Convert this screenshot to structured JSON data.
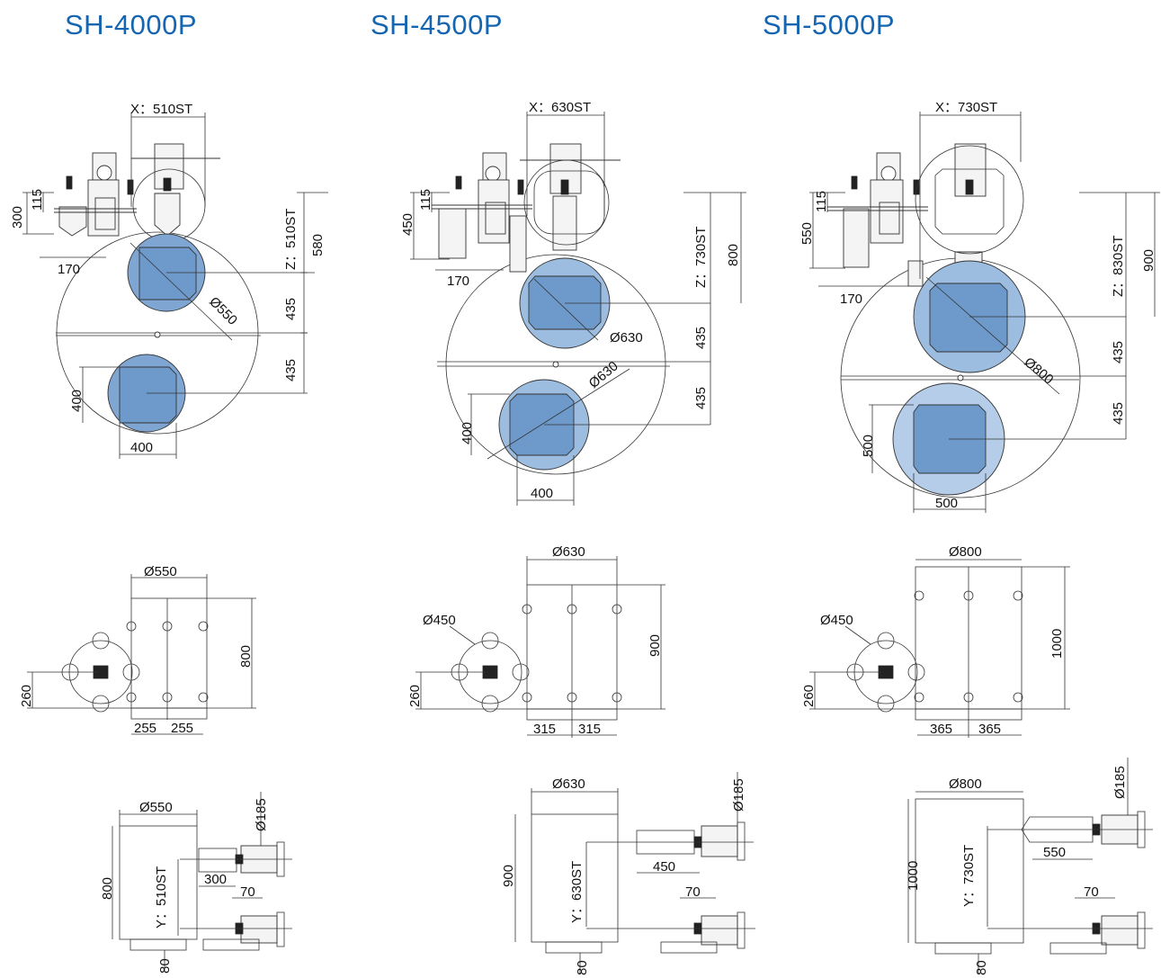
{
  "models": [
    {
      "title": "SH-4000P",
      "top_view": {
        "x_stroke": "X：510ST",
        "z_stroke": "Z：510ST",
        "dim_300": "300",
        "dim_115": "115",
        "dim_580": "580",
        "dim_170": "170",
        "dim_435a": "435",
        "dim_435b": "435",
        "table_diameter": "Ø550",
        "pallet_w": "400",
        "pallet_h": "400"
      },
      "plan_view": {
        "table_diameter": "Ø550",
        "dim_800": "800",
        "dim_260": "260",
        "dim_left": "255",
        "dim_right": "255"
      },
      "side_view": {
        "table_diameter": "Ø550",
        "dim_185": "Ø185",
        "dim_800": "800",
        "y_stroke": "Y：510ST",
        "dim_300": "300",
        "dim_70": "70",
        "dim_80": "80"
      }
    },
    {
      "title": "SH-4500P",
      "top_view": {
        "x_stroke": "X：630ST",
        "z_stroke": "Z：730ST",
        "dim_450": "450",
        "dim_115": "115",
        "dim_800": "800",
        "dim_170": "170",
        "dim_435a": "435",
        "dim_435b": "435",
        "table_diameter": "Ø630",
        "swing_diameter": "Ø630",
        "pallet_w": "400",
        "pallet_h": "400"
      },
      "plan_view": {
        "table_diameter": "Ø630",
        "magazine_diameter": "Ø450",
        "dim_900": "900",
        "dim_260": "260",
        "dim_left": "315",
        "dim_right": "315"
      },
      "side_view": {
        "table_diameter": "Ø630",
        "dim_185": "Ø185",
        "dim_900": "900",
        "y_stroke": "Y：630ST",
        "dim_450": "450",
        "dim_70": "70",
        "dim_80": "80"
      }
    },
    {
      "title": "SH-5000P",
      "top_view": {
        "x_stroke": "X：730ST",
        "z_stroke": "Z：830ST",
        "dim_550": "550",
        "dim_115": "115",
        "dim_900": "900",
        "dim_170": "170",
        "dim_435a": "435",
        "dim_435b": "435",
        "table_diameter": "Ø800",
        "pallet_w": "500",
        "pallet_h": "500"
      },
      "plan_view": {
        "table_diameter": "Ø800",
        "magazine_diameter": "Ø450",
        "dim_1000": "1000",
        "dim_260": "260",
        "dim_left": "365",
        "dim_right": "365"
      },
      "side_view": {
        "table_diameter": "Ø800",
        "dim_185": "Ø185",
        "dim_1000": "1000",
        "y_stroke": "Y：730ST",
        "dim_550": "550",
        "dim_70": "70",
        "dim_80": "80"
      }
    }
  ],
  "colors": {
    "title": "#1565b0",
    "pallet": "#7fa6d3",
    "pallet_circle": "#b5cde8",
    "line": "#333333"
  }
}
